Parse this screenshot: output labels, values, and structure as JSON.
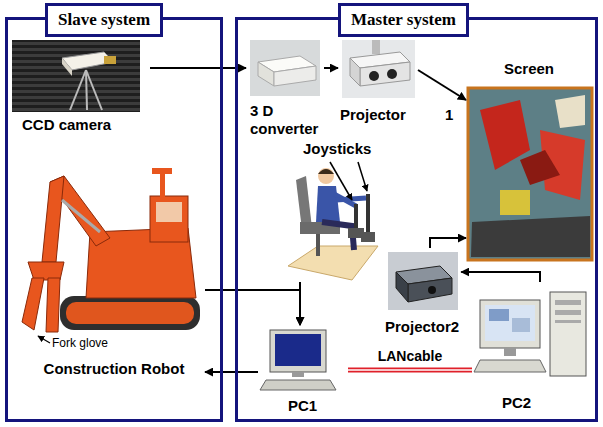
{
  "diagram": {
    "nodes": [
      {
        "text": [
          "Slave system"
        ]
      },
      {
        "text": [
          "Master system"
        ]
      },
      {
        "text": [
          "CCD camera"
        ],
        "in": 0
      },
      {
        "text": [
          "Construction Robot"
        ],
        "in": 0
      },
      {
        "text": [
          "3 D converter"
        ],
        "in": 1
      },
      {
        "text": [
          "Projector"
        ],
        "in": 1
      },
      {
        "text": [
          "Screen"
        ],
        "in": 1
      },
      {
        "text": [
          "Joysticks"
        ],
        "in": 1
      },
      {
        "text": [
          "Projector2"
        ],
        "in": 1
      },
      {
        "text": [
          "PC1"
        ],
        "in": 1
      },
      {
        "text": [
          "PC2"
        ],
        "in": 1
      }
    ],
    "edges": [
      {
        "from": 2,
        "to": 4,
        "arrow": "to"
      },
      {
        "from": 4,
        "to": 5,
        "arrow": "to"
      },
      {
        "from": 5,
        "to": 6,
        "arrow": "to"
      },
      {
        "from": 8,
        "to": 6,
        "arrow": "to"
      },
      {
        "from": 10,
        "to": 8,
        "arrow": "to"
      },
      {
        "from": 3,
        "to": 9,
        "arrow": "to"
      },
      {
        "from": 9,
        "to": 3,
        "arrow": "to"
      },
      {
        "from": 7,
        "to": 9,
        "arrow": "to"
      },
      {
        "from": 9,
        "to": 10,
        "label": "LANcable",
        "arrow": "none"
      }
    ],
    "labels": [
      "Fork glove",
      "1"
    ]
  }
}
